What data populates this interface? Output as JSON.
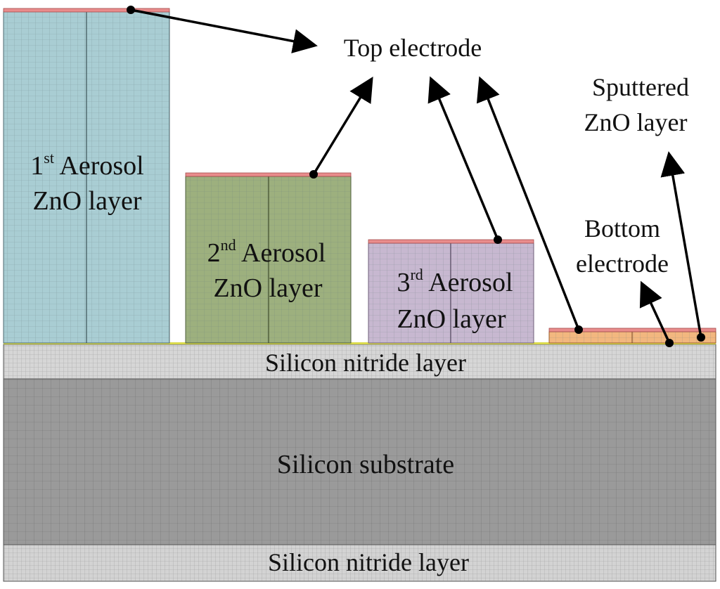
{
  "labels": {
    "top_electrode": "Top electrode",
    "sputtered_line1": "Sputtered",
    "sputtered_line2": "ZnO layer",
    "bottom_line1": "Bottom",
    "bottom_line2": "electrode",
    "layer1_num": "1",
    "layer1_sup": "st",
    "layer1_word": "Aerosol",
    "layer1_line2": "ZnO layer",
    "layer2_num": "2",
    "layer2_sup": "nd",
    "layer2_word": "Aerosol",
    "layer2_line2": "ZnO layer",
    "layer3_num": "3",
    "layer3_sup": "rd",
    "layer3_word": "Aerosol",
    "layer3_line2": "ZnO layer",
    "nitride_top": "Silicon nitride layer",
    "substrate": "Silicon substrate",
    "nitride_bottom": "Silicon nitride layer"
  },
  "colors": {
    "layer1": "#a9cdd3",
    "layer2": "#9db07e",
    "layer3": "#c7b8d0",
    "electrode": "#e98c8c",
    "sputtered": "#f2b77f",
    "bottom_electrode_line": "#e8e85a",
    "nitride": "#d6d6d6",
    "substrate": "#9a9a9a",
    "mesh_line": "#5f6f74"
  }
}
